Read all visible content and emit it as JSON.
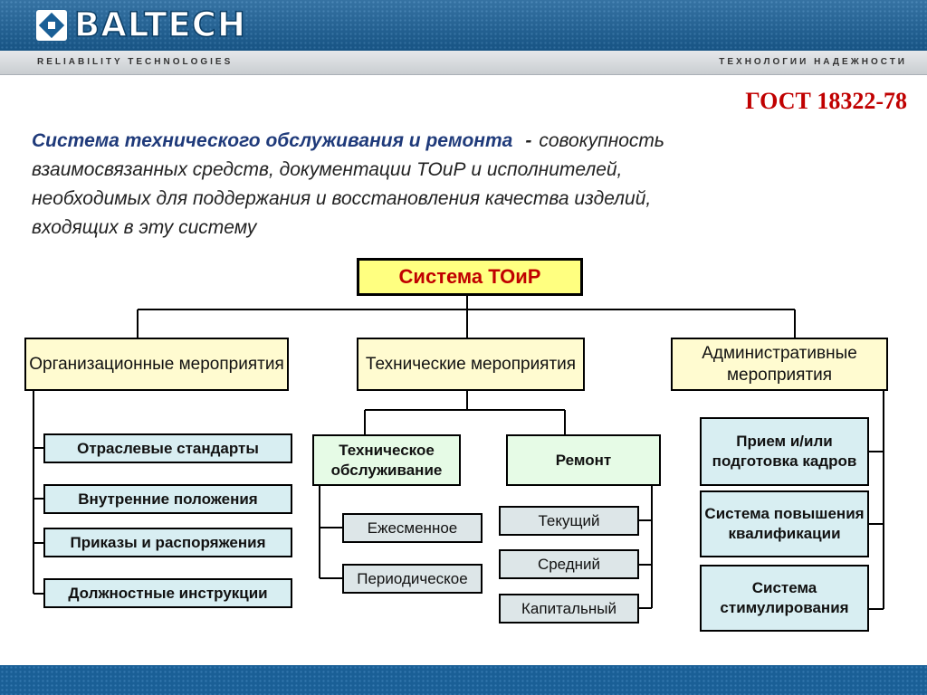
{
  "header": {
    "brand": "BALTECH",
    "tagline_left": "RELIABILITY TECHNOLOGIES",
    "tagline_right": "ТЕХНОЛОГИИ НАДЕЖНОСТИ"
  },
  "gost": "ГОСТ 18322-78",
  "intro": {
    "term": "Система технического обслуживания и ремонта",
    "dash": "-",
    "line1_rest": "совокупность",
    "line2": "взаимосвязанных средств, документации ТОиР и исполнителей,",
    "line3": "необходимых для поддержания и восстановления качества изделий,",
    "line4": "входящих в эту систему"
  },
  "diagram": {
    "root": "Система ТОиР",
    "org": {
      "title": "Организационные мероприятия",
      "items": [
        "Отраслевые стандарты",
        "Внутренние положения",
        "Приказы и распоряжения",
        "Должностные инструкции"
      ]
    },
    "tech": {
      "title": "Технические мероприятия",
      "maintenance": {
        "title": "Техническое обслуживание",
        "items": [
          "Ежесменное",
          "Периодическое"
        ]
      },
      "repair": {
        "title": "Ремонт",
        "items": [
          "Текущий",
          "Средний",
          "Капитальный"
        ]
      }
    },
    "admin": {
      "title": "Административные мероприятия",
      "items": [
        "Прием и/или подготовка кадров",
        "Система повышения квалификации",
        "Система стимулирования"
      ]
    }
  },
  "colors": {
    "header_blue": "#1a5f96",
    "gost_red": "#c00000",
    "root_fill": "#ffff80",
    "category_fill": "#fffbd0",
    "item_blue_fill": "#d8eef2",
    "item_green_fill": "#e6fbe6",
    "item_gray_fill": "#dde6e8"
  }
}
